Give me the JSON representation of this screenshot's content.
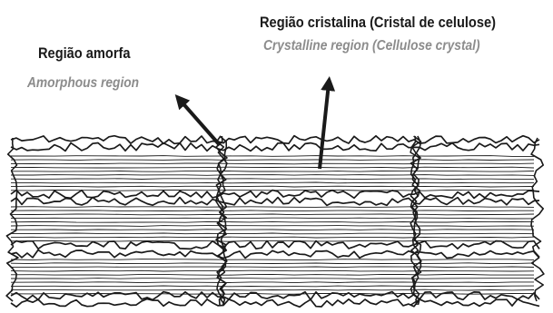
{
  "amorphous": {
    "label_pt": "Região amorfa",
    "label_en": "Amorphous region"
  },
  "crystalline": {
    "label_pt": "Região cristalina (Cristal de celulose)",
    "label_en": "Crystalline region (Cellulose crystal)"
  },
  "colors": {
    "ink": "#1a1a1a",
    "secondary_text": "#8c8c8c",
    "background": "#ffffff"
  }
}
